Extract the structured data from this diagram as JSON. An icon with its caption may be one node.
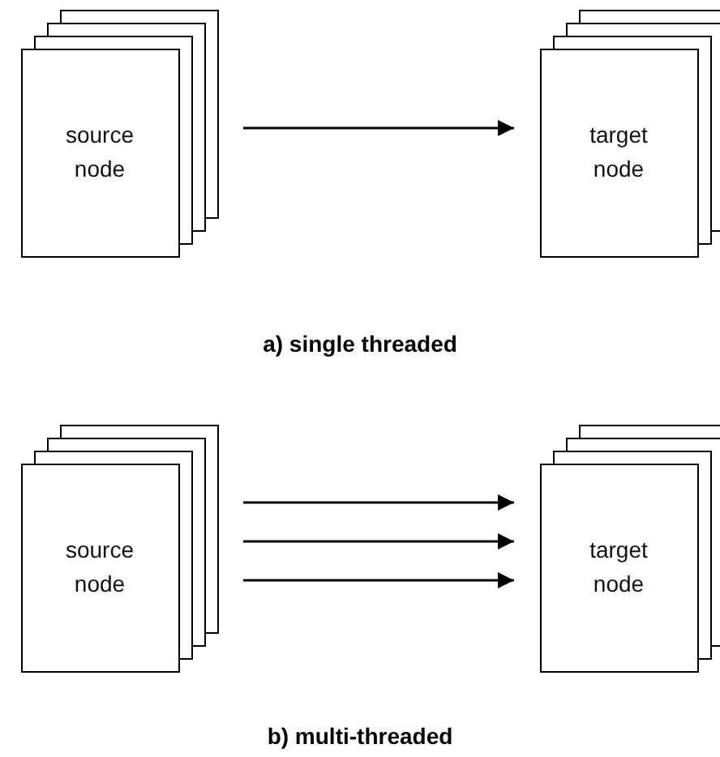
{
  "diagram": {
    "nodes": [
      {
        "text": [
          "source node"
        ]
      },
      {
        "text": [
          "target node"
        ]
      },
      {
        "text": [
          "source node"
        ]
      },
      {
        "text": [
          "target node"
        ]
      }
    ],
    "edges": [
      {
        "from": 0,
        "to": 1,
        "arrow": "to"
      },
      {
        "from": 2,
        "to": 3,
        "arrow": "to"
      },
      {
        "from": 2,
        "to": 3,
        "arrow": "to"
      },
      {
        "from": 2,
        "to": 3,
        "arrow": "to"
      }
    ],
    "labels": [
      "a) single threaded",
      "b) multi-threaded"
    ]
  }
}
